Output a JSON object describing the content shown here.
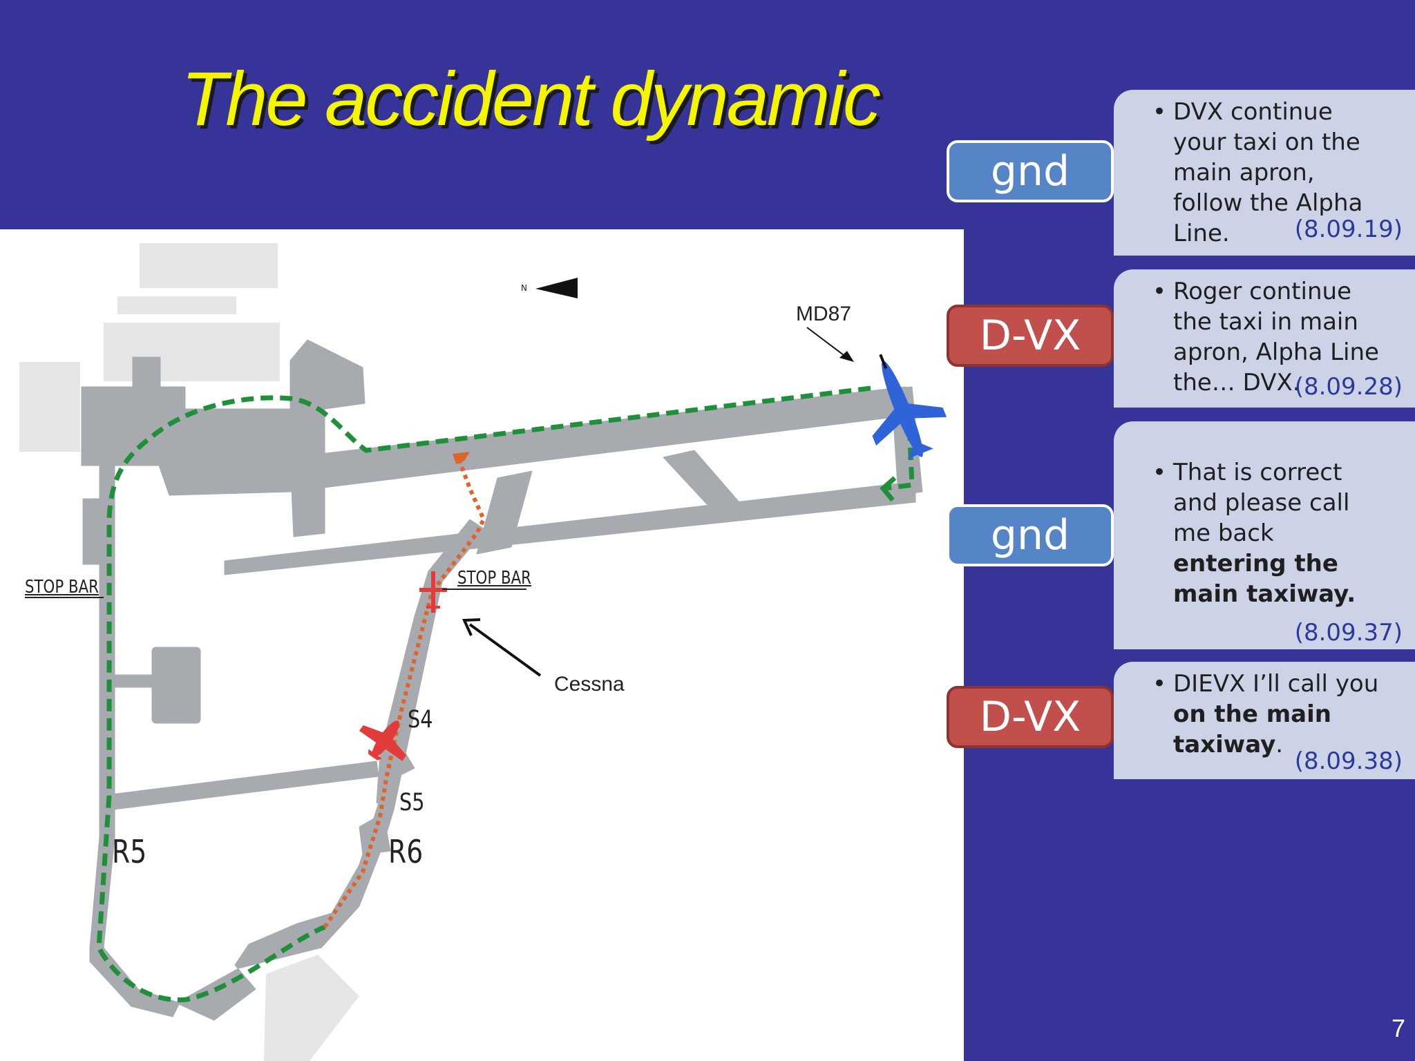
{
  "slide": {
    "title": "The accident dynamic",
    "page_number": "7"
  },
  "map": {
    "north_label": "N",
    "stop_bar_left": "STOP BAR",
    "stop_bar_right": "STOP BAR",
    "md87_label": "MD87",
    "cessna_label": "Cessna",
    "s4_label": "S4",
    "s5_label": "S5",
    "r5_label": "R5",
    "r6_label": "R6",
    "colors": {
      "taxiway": "#a7aaae",
      "building": "#e6e6e6",
      "md87_route": "#1f8f3a",
      "cessna_route": "#e0642a",
      "md87_aircraft": "#2f64d8",
      "cessna_aircraft": "#e23b3b"
    }
  },
  "dialogue": [
    {
      "speaker": "gnd",
      "speaker_color": "#5585c7",
      "lines": [
        "DVX continue",
        "your taxi on the",
        "main apron,",
        "follow the Alpha",
        "Line."
      ],
      "time": "(8.09.19)"
    },
    {
      "speaker": "D-VX",
      "speaker_color": "#c1504d",
      "lines": [
        "Roger continue",
        "the taxi in main",
        "apron, Alpha Line",
        "the… DVX."
      ],
      "time": "(8.09.28)"
    },
    {
      "speaker": "gnd",
      "speaker_color": "#5585c7",
      "lines": [
        "That is correct",
        "and please call",
        "me back"
      ],
      "bold_lines": [
        "entering the",
        "main taxiway."
      ],
      "time": "(8.09.37)"
    },
    {
      "speaker": "D-VX",
      "speaker_color": "#c1504d",
      "lines": [
        "DIEVX I’ll call you"
      ],
      "bold_lines": [
        "on the main",
        "taxiway"
      ],
      "trailing": ".",
      "time": "(8.09.38)"
    }
  ]
}
